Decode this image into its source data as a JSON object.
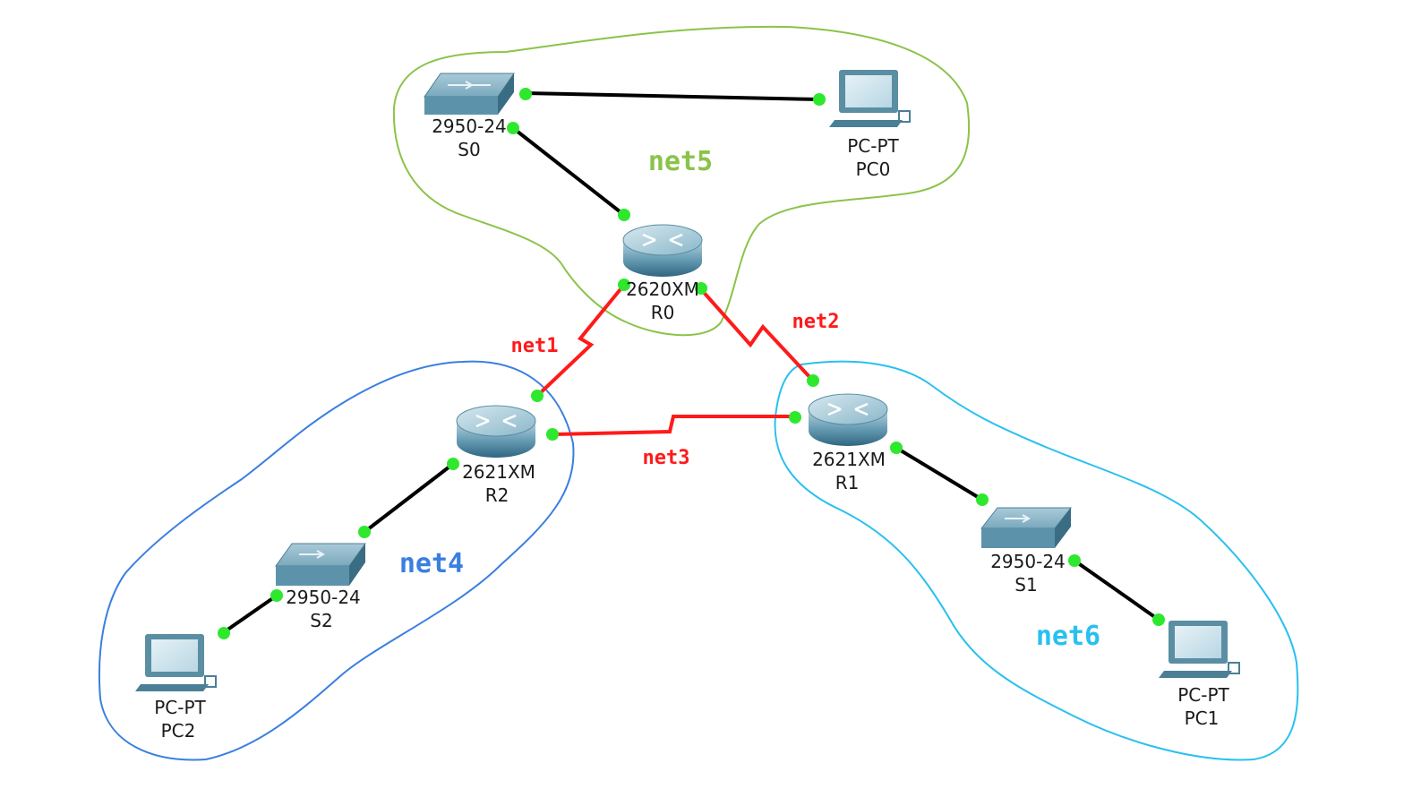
{
  "colors": {
    "net5": "#8bc34a",
    "net4": "#3a7fe0",
    "net6": "#29c0f0",
    "serial": "#ff1a1a",
    "ethernet": "#000000",
    "port": "#2ee82e"
  },
  "devices": {
    "s0": {
      "model": "2950-24",
      "name": "S0"
    },
    "pc0": {
      "model": "PC-PT",
      "name": "PC0"
    },
    "r0": {
      "model": "2620XM",
      "name": "R0"
    },
    "r1": {
      "model": "2621XM",
      "name": "R1"
    },
    "r2": {
      "model": "2621XM",
      "name": "R2"
    },
    "s1": {
      "model": "2950-24",
      "name": "S1"
    },
    "s2": {
      "model": "2950-24",
      "name": "S2"
    },
    "pc1": {
      "model": "PC-PT",
      "name": "PC1"
    },
    "pc2": {
      "model": "PC-PT",
      "name": "PC2"
    }
  },
  "networks": {
    "net1": "net1",
    "net2": "net2",
    "net3": "net3",
    "net4": "net4",
    "net5": "net5",
    "net6": "net6"
  }
}
